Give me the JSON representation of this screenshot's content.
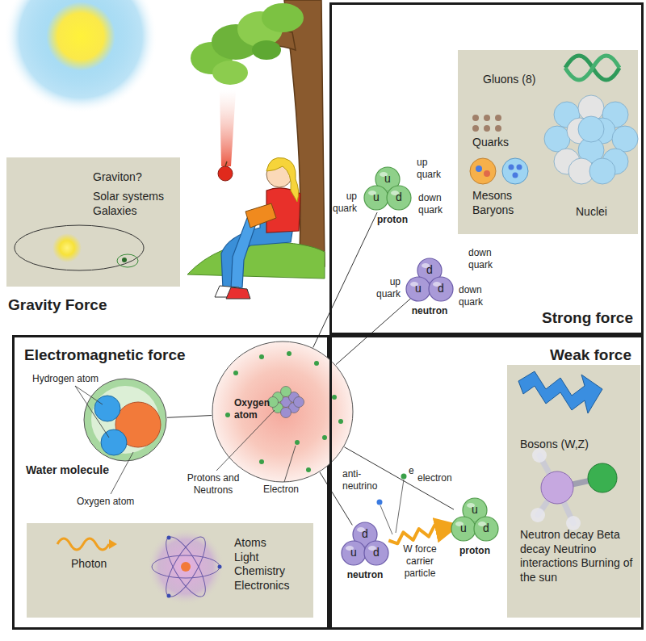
{
  "diagram": {
    "nodes": [
      {
        "text": [
          "Graviton?",
          "Solar systems Galaxies"
        ]
      },
      {
        "text": [
          "Strong force"
        ]
      },
      {
        "text": [
          "Gluons (8)",
          "Quarks",
          "Mesons Baryons",
          "Nuclei"
        ],
        "in": 1
      },
      {
        "text": [
          "u",
          "u",
          "d",
          "proton"
        ],
        "in": 1
      },
      {
        "text": [
          "d",
          "u",
          "d",
          "neutron"
        ],
        "in": 1
      },
      {
        "text": [
          "Electromagnetic force"
        ]
      },
      {
        "text": [
          "Water molecule"
        ],
        "in": 5
      },
      {
        "text": [
          "Oxygen atom"
        ]
      },
      {
        "text": [
          "Photon",
          "Atoms Light Chemistry Electronics"
        ],
        "in": 5
      },
      {
        "text": [
          "Weak force"
        ]
      },
      {
        "text": [
          "Bosons (W,Z)",
          "Neutron decay Beta decay Neutrino interactions Burning of the sun"
        ],
        "in": 9
      },
      {
        "text": [
          "d",
          "u",
          "d",
          "neutron"
        ],
        "in": 9
      },
      {
        "text": [
          "u",
          "u",
          "d",
          "proton"
        ],
        "in": 9
      }
    ],
    "edges": [
      {
        "from": 7,
        "to": 6,
        "arrow": "none"
      },
      {
        "from": 7,
        "to": 3,
        "arrow": "none"
      },
      {
        "from": 7,
        "to": 4,
        "arrow": "none"
      },
      {
        "from": 7,
        "to": 11,
        "arrow": "none"
      },
      {
        "from": 7,
        "to": 12,
        "arrow": "none"
      },
      {
        "from": 11,
        "to": 12,
        "label": "W force carrier particle",
        "arrow": "to"
      }
    ],
    "labels": [
      "Gravity Force",
      "up quark",
      "up quark",
      "down quark",
      "down quark",
      "up quark",
      "down quark",
      "Hydrogen atom",
      "Oxygen atom",
      "Protons and Neutrons",
      "Electron",
      "anti-neutrino",
      "e",
      "electron"
    ]
  }
}
